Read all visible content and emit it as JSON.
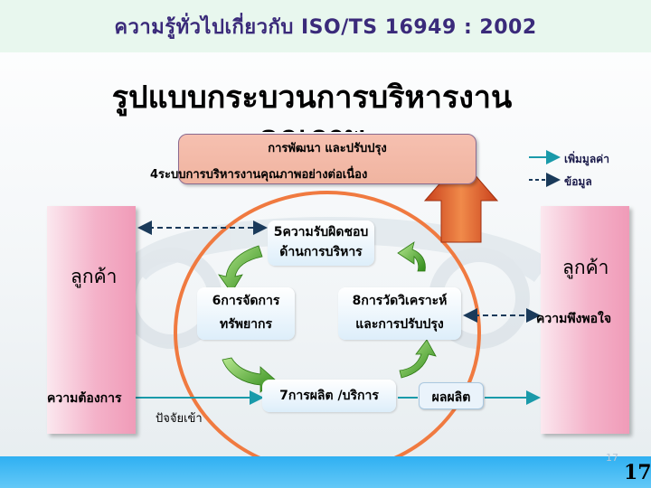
{
  "header": {
    "title": "ความรู้ทั่วไปเกี่ยวกับ ISO/TS 16949 : 2002"
  },
  "slide": {
    "title": "รูปแบบกระบวนการบริหารงานคุณภาพ"
  },
  "improvement": {
    "line1": "การพัฒนา และปรับปรุง",
    "line2": "4ระบบการบริหารงานคุณภาพอย่างต่อเนื่อง"
  },
  "legend": [
    {
      "label": "เพิ่มมูลค่า",
      "style": "solid"
    },
    {
      "label": "ข้อมูล",
      "style": "dashed"
    }
  ],
  "customers": {
    "left": {
      "label": "ลูกค้า",
      "requirement": "ความต้องการ"
    },
    "right": {
      "label": "ลูกค้า",
      "satisfaction": "ความพึงพอใจ"
    }
  },
  "inputs_label": "ปัจจัยเข้า",
  "processes": [
    {
      "id": 5,
      "line1": "5ความรับผิดชอบ",
      "line2": "ด้านการบริหาร"
    },
    {
      "id": 6,
      "line1": "6การจัดการ",
      "line2": "ทรัพยากร"
    },
    {
      "id": 8,
      "line1": "8การวัดวิเคราะห์",
      "line2": "และการปรับปรุง"
    },
    {
      "id": 7,
      "line1": "7การผลิต /บริการ"
    }
  ],
  "product": {
    "label": "ผลผลิต"
  },
  "page": {
    "small": "17",
    "big": "17"
  },
  "colors": {
    "header_title": "#3a2a7a",
    "customer_pink": "#f09bb8",
    "improvement_box": "#f0b4a0",
    "big_arrow": "#d8552a",
    "circle": "#f07a40",
    "green_arrow": "#4aa828",
    "value_line": "#1a9aaa",
    "bottom_band": "#2fb0f2"
  }
}
